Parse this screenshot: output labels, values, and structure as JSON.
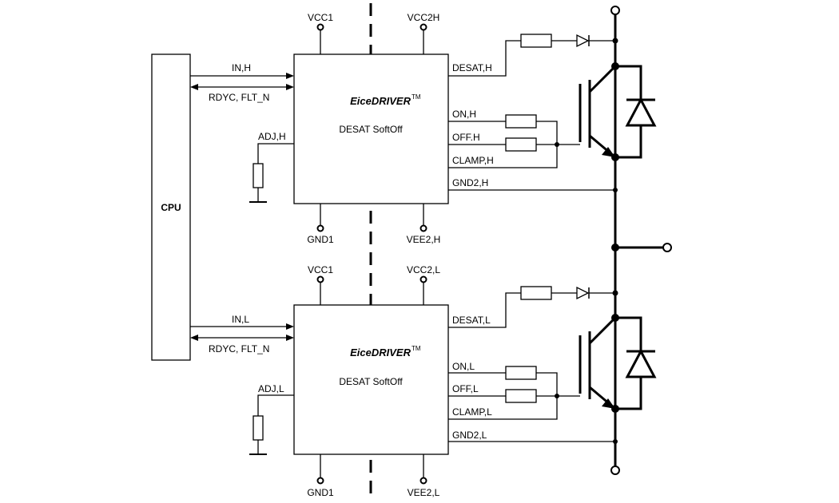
{
  "cpu": {
    "label": "CPU"
  },
  "high": {
    "vcc1": "VCC1",
    "vcc2": "VCC2H",
    "gnd1": "GND1",
    "vee2": "VEE2,H",
    "in": "IN,H",
    "rdyc": "RDYC, FLT_N",
    "adj": "ADJ,H",
    "brand": "EiceDRIVER",
    "tm": "TM",
    "mode": "DESAT SoftOff",
    "desat": "DESAT,H",
    "on": "ON,H",
    "off": "OFF.H",
    "clamp": "CLAMP,H",
    "gnd2": "GND2,H"
  },
  "low": {
    "vcc1": "VCC1",
    "vcc2": "VCC2,L",
    "gnd1": "GND1",
    "vee2": "VEE2,L",
    "in": "IN,L",
    "rdyc": "RDYC, FLT_N",
    "adj": "ADJ,L",
    "brand": "EiceDRIVER",
    "tm": "TM",
    "mode": "DESAT SoftOff",
    "desat": "DESAT,L",
    "on": "ON,L",
    "off": "OFF,L",
    "clamp": "CLAMP,L",
    "gnd2": "GND2,L"
  }
}
